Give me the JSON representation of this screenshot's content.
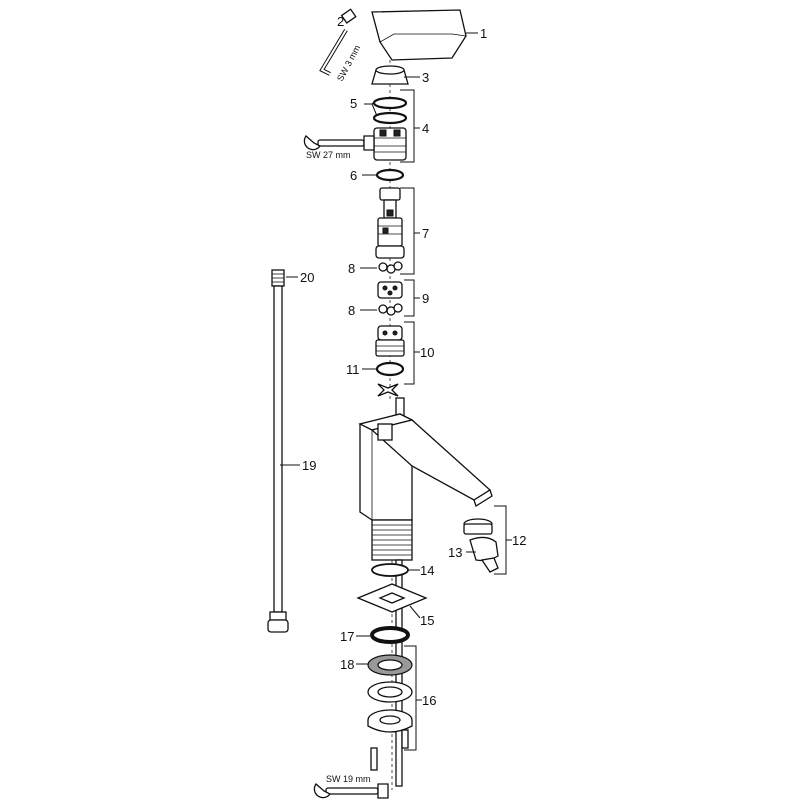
{
  "callouts": {
    "c1": "1",
    "c2": "2",
    "c3": "3",
    "c4": "4",
    "c5": "5",
    "c6": "6",
    "c7": "7",
    "c8a": "8",
    "c8b": "8",
    "c9": "9",
    "c10": "10",
    "c11": "11",
    "c12": "12",
    "c13": "13",
    "c14": "14",
    "c15": "15",
    "c16": "16",
    "c17": "17",
    "c18": "18",
    "c19": "19",
    "c20": "20"
  },
  "tools": {
    "allen_key": "SW 3 mm",
    "wrench_27": "SW 27 mm",
    "wrench_19": "SW 19 mm"
  }
}
